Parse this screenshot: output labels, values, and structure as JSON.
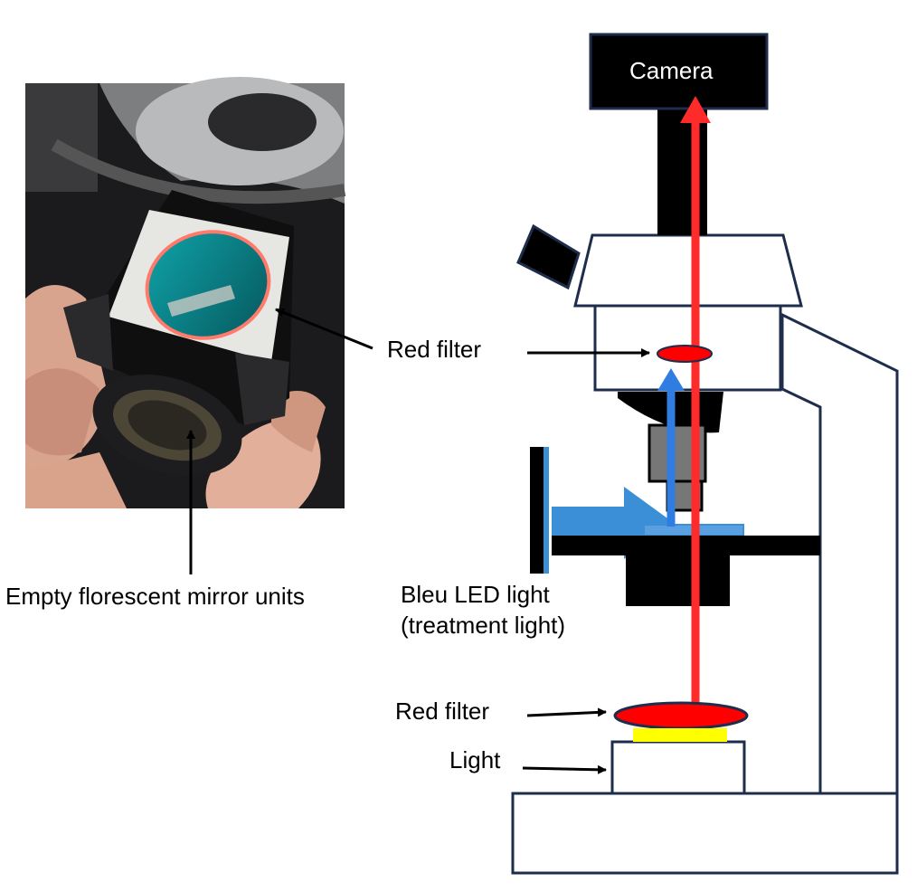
{
  "labels": {
    "camera": "Camera",
    "red_filter_top": "Red filter",
    "red_filter_bottom": "Red filter",
    "photo_red_filter": "Red filter",
    "light": "Light",
    "blue_led_line1": "Bleu LED light",
    "blue_led_line2": "(treatment light)",
    "mirror_units": "Empty florescent mirror units"
  },
  "colors": {
    "outline": "#1f2d4d",
    "red_beam": "#ff2a2a",
    "blue_beam": "#2f7de1",
    "blue_led": "#3b8fd6",
    "yellow_light": "#ffff00",
    "black": "#000000"
  }
}
